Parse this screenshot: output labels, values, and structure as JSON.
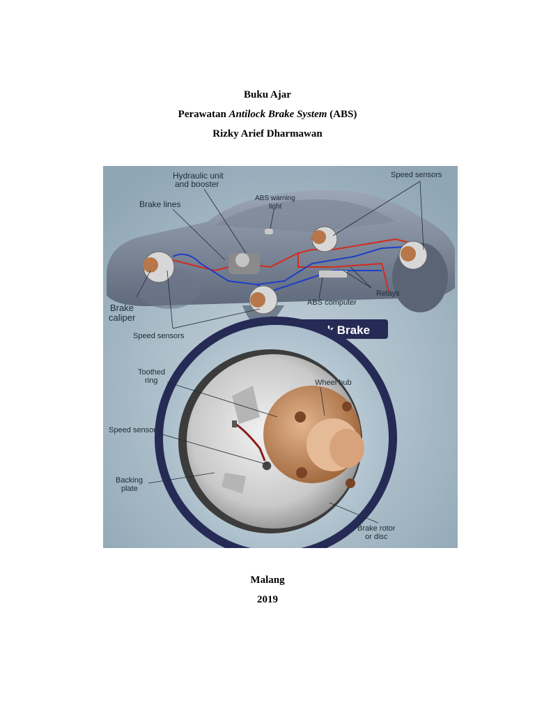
{
  "header": {
    "line1": "Buku Ajar",
    "line2_prefix": "Perawatan ",
    "line2_italic": "Antilock Brake System",
    "line2_suffix": " (ABS)",
    "line3": "Rizky Arief Dharmawan"
  },
  "figure": {
    "banner": "Antilock Brake",
    "labels": {
      "hydraulic_1": "Hydraulic unit",
      "hydraulic_2": "and booster",
      "brake_lines": "Brake lines",
      "abs_warning_1": "ABS warning",
      "abs_warning_2": "light",
      "speed_sensors_top": "Speed sensors",
      "brake_caliper_1": "Brake",
      "brake_caliper_2": "caliper",
      "relays": "Relays",
      "abs_computer": "ABS computer",
      "speed_sensors_bottom": "Speed sensors",
      "toothed_1": "Toothed",
      "toothed_2": "ring",
      "wheel_hub": "Wheel hub",
      "speed_sensor": "Speed sensor",
      "backing_1": "Backing",
      "backing_2": "plate",
      "rotor_1": "Brake rotor",
      "rotor_2": "or disc"
    },
    "colors": {
      "brake_line_red": "#d42a1f",
      "brake_line_blue": "#1f3fc8",
      "banner_bg": "#262b55"
    }
  },
  "footer": {
    "city": "Malang",
    "year": "2019"
  }
}
